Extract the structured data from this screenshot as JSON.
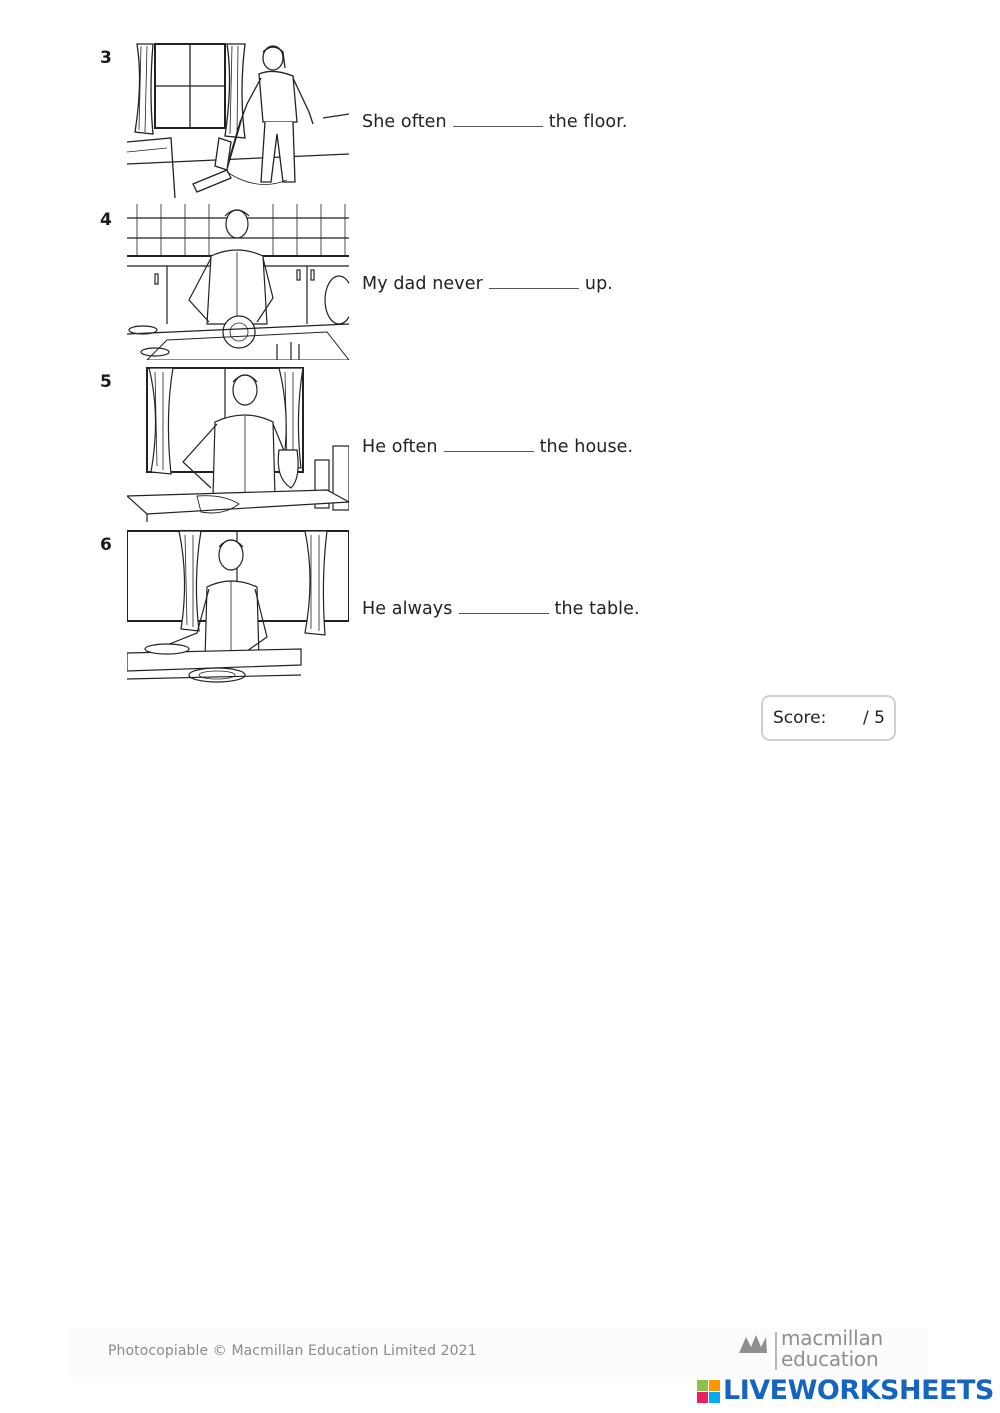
{
  "exercise": {
    "items": [
      {
        "number": "3",
        "before": "She often",
        "after": "the floor.",
        "illustration": "woman-vacuuming-picture"
      },
      {
        "number": "4",
        "before": "My dad never",
        "after": "up.",
        "illustration": "man-washing-dishes-picture"
      },
      {
        "number": "5",
        "before": "He often",
        "after": "the house.",
        "illustration": "man-cleaning-table-picture"
      },
      {
        "number": "6",
        "before": "He always",
        "after": "the table.",
        "illustration": "man-setting-table-picture"
      }
    ]
  },
  "score": {
    "label": "Score:",
    "total": "/ 5"
  },
  "footer": {
    "copyright": "Photocopiable © Macmillan Education Limited 2021",
    "publisher_line1": "macmillan",
    "publisher_line2": "education"
  },
  "watermark": {
    "text": "LIVEWORKSHEETS",
    "color": "#1565c0"
  }
}
